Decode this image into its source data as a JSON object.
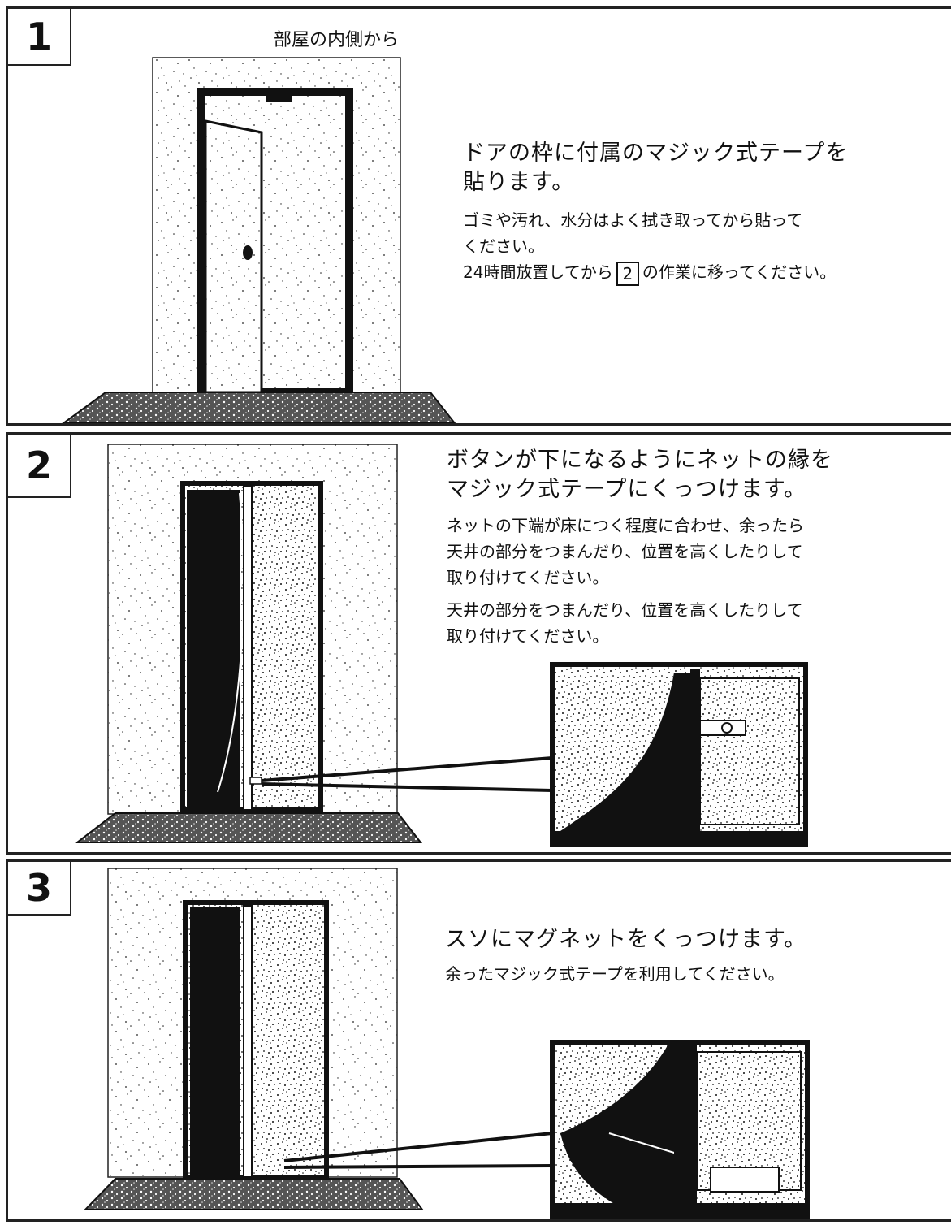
{
  "steps": [
    {
      "number": "1",
      "caption": "部屋の内側から",
      "heading_lines": [
        "ドアの枠に付属のマジック式テープを",
        "貼ります。"
      ],
      "body_lines": [
        "ゴミや汚れ、水分はよく拭き取ってから貼って",
        "ください。"
      ],
      "last_line": {
        "before": "24時間放置してから",
        "ref": "2",
        "after": "の作業に移ってください。"
      }
    },
    {
      "number": "2",
      "heading_lines": [
        "ボタンが下になるようにネットの縁を",
        "マジック式テープにくっつけます。"
      ],
      "body_lines": [
        "ネットの下端が床につく程度に合わせ、余ったら",
        "天井の部分をつまんだり、位置を高くしたりして",
        "取り付けてください。"
      ],
      "body_lines_repeat": [
        "天井の部分をつまんだり、位置を高くしたりして",
        "取り付けてください。"
      ]
    },
    {
      "number": "3",
      "heading_lines": [
        "スソにマグネットをくっつけます。"
      ],
      "body_lines": [
        "余ったマジック式テープを利用してください。"
      ]
    }
  ]
}
